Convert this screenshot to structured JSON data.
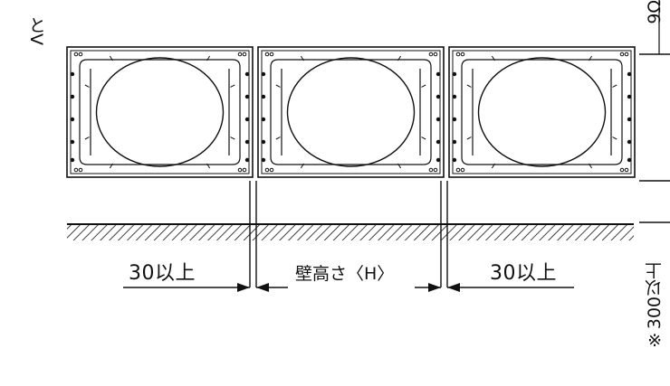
{
  "labels": {
    "left_margin": "30以上",
    "wall_height": "壁高さ〈H〉",
    "right_margin": "30以上",
    "top_left_fragment": "とV",
    "right_top_fragment": "9Ω",
    "right_bottom_fragment": "※300以上"
  },
  "colors": {
    "line": "#111111",
    "background": "#ffffff"
  }
}
